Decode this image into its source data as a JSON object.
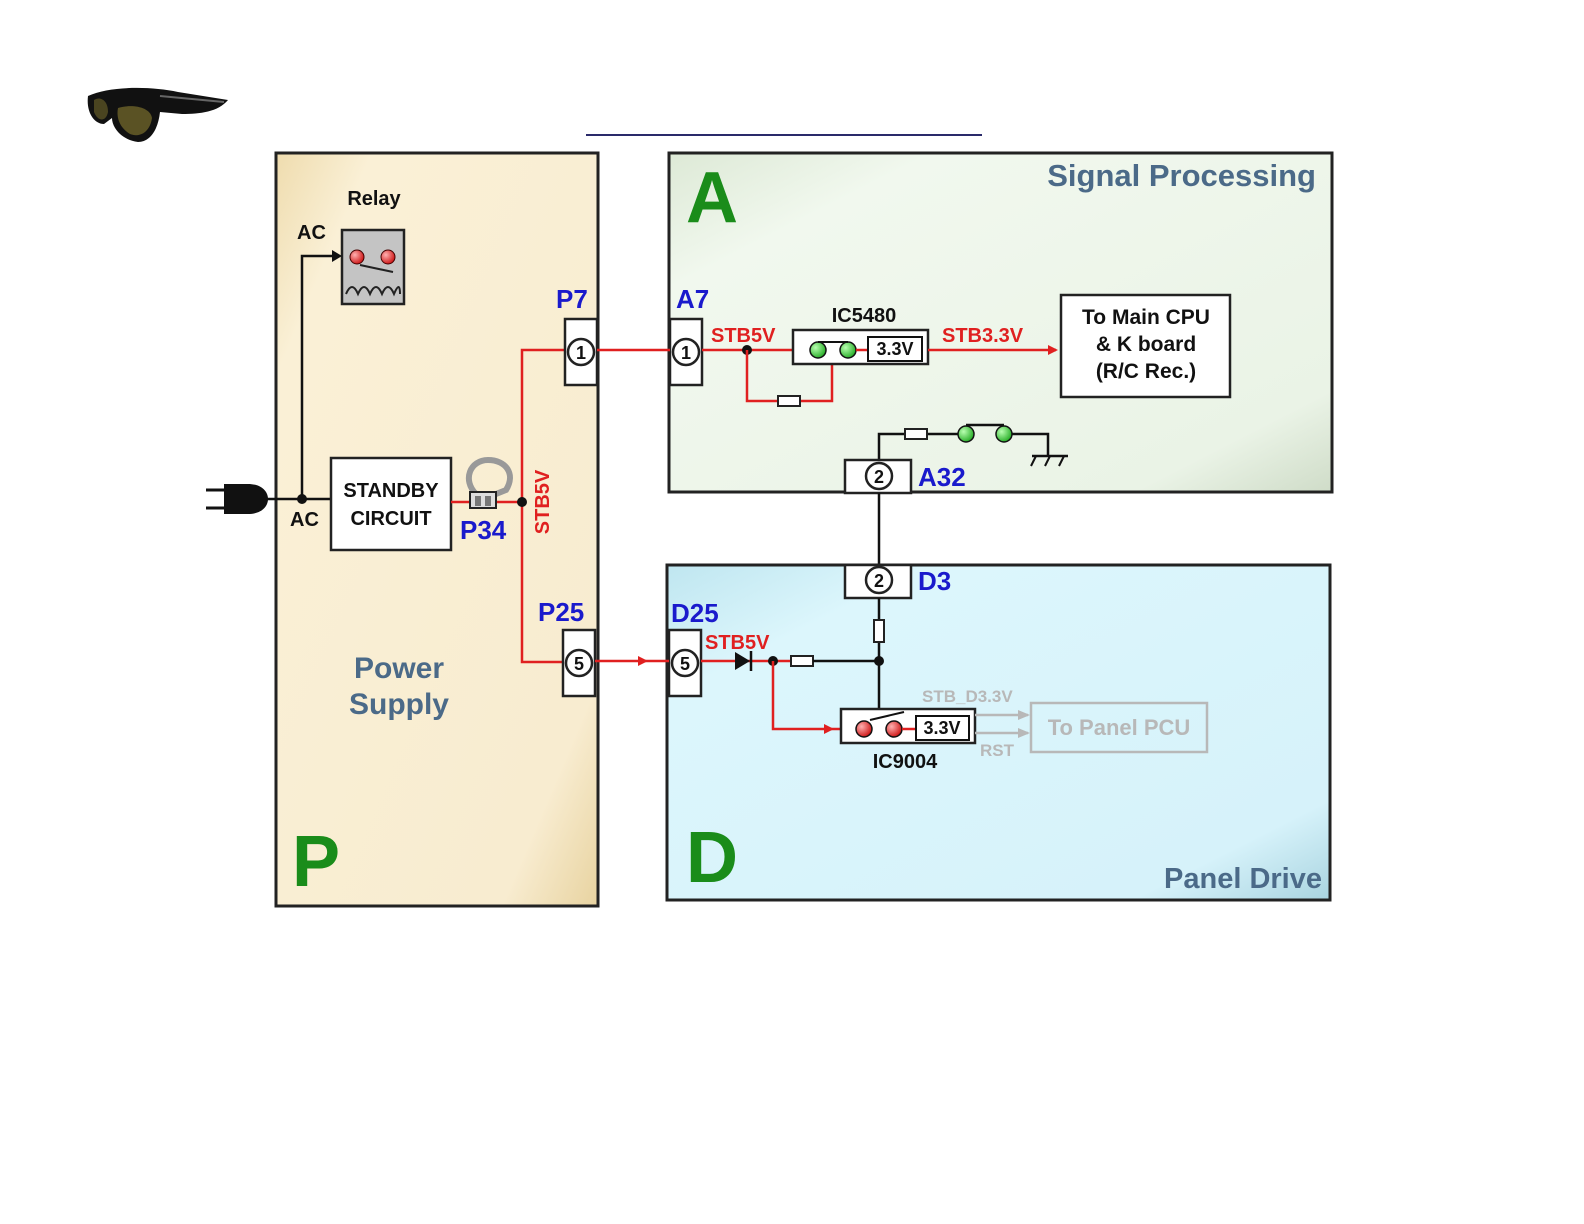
{
  "header": {
    "logo_icon": "3d-glasses-icon",
    "title_underline": true
  },
  "colors": {
    "power_board_fill": "#f6e8c6",
    "signal_board_fill": "#eaf5e8",
    "panel_board_fill": "#d6f3fb",
    "board_letter": "#1a8c1a",
    "board_title": "#4b6a88",
    "connector_label": "#1a1acc",
    "stb_line": "#e02020",
    "wire": "#000000",
    "led_green": "#33cc33",
    "led_red": "#dd2222",
    "faded": "#b8b8b8"
  },
  "boards": {
    "power": {
      "letter": "P",
      "title_line1": "Power",
      "title_line2": "Supply"
    },
    "signal": {
      "letter": "A",
      "title": "Signal Processing"
    },
    "panel": {
      "letter": "D",
      "title": "Panel Drive"
    }
  },
  "power_board": {
    "relay_label": "Relay",
    "ac_top_label": "AC",
    "ac_bottom_label": "AC",
    "standby_line1": "STANDBY",
    "standby_line2": "CIRCUIT",
    "fuse_label": "P34",
    "stb_vertical_label": "STB5V",
    "connector_p7": "P7",
    "connector_p7_pin": "1",
    "connector_p25": "P25",
    "connector_p25_pin": "5"
  },
  "signal_board": {
    "connector_a7": "A7",
    "connector_a7_pin": "1",
    "stb_in_label": "STB5V",
    "ic_label": "IC5480",
    "ic_voltage": "3.3V",
    "stb_out_label": "STB3.3V",
    "dest_line1": "To Main CPU",
    "dest_line2": "& K board",
    "dest_line3": "(R/C Rec.)",
    "connector_a32": "A32",
    "connector_a32_pin": "2"
  },
  "panel_board": {
    "connector_d3": "D3",
    "connector_d3_pin": "2",
    "connector_d25": "D25",
    "connector_d25_pin": "5",
    "stb_in_label": "STB5V",
    "ic_label": "IC9004",
    "ic_voltage": "3.3V",
    "out_label_top": "STB_D3.3V",
    "out_label_bottom": "RST",
    "dest_label": "To Panel PCU"
  }
}
